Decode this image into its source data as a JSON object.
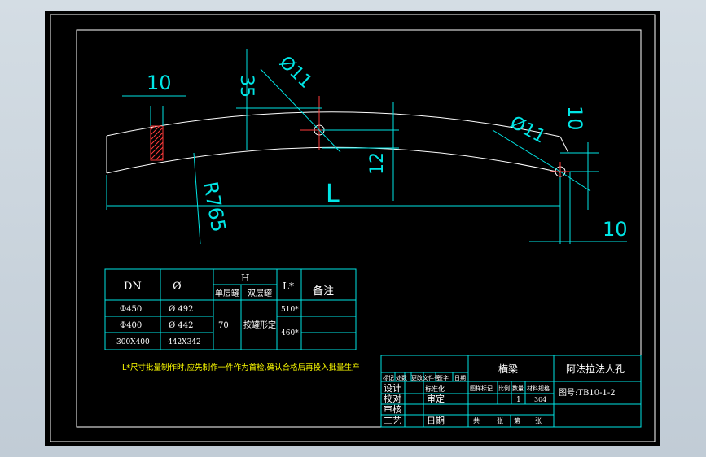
{
  "drawing": {
    "dims": {
      "d10_top": "10",
      "d35": "35",
      "dia11_left": "Ø11",
      "dia11_right": "Ø11",
      "d10_right_vert": "10",
      "d12": "12",
      "L": "L",
      "R765": "R765",
      "d10_bottom_right": "10"
    }
  },
  "spec_table": {
    "headers": {
      "dn": "DN",
      "phi": "Ø",
      "h": "H",
      "h_single": "单层罐",
      "h_double": "双层罐",
      "l": "L*",
      "remark": "备注"
    },
    "rows": [
      {
        "dn": "Φ450",
        "phi": "Ø 492"
      },
      {
        "dn": "Φ400",
        "phi": "Ø 442"
      },
      {
        "dn": "300X400",
        "phi": "442X342"
      }
    ],
    "h_single_value": "70",
    "h_double_value": "按罐形定",
    "l_values": [
      "510*",
      "460*"
    ]
  },
  "note": "L*尺寸批量制作时,应先制作一件作为首检,确认合格后再投入批量生产",
  "title_block": {
    "part_name": "横梁",
    "assembly_name": "阿法拉法人孔",
    "drawing_no": "图号:TB10-1-2",
    "rev_headers": [
      "标记",
      "处数",
      "更改文件号",
      "签字",
      "日期"
    ],
    "roles": [
      "设计",
      "校对",
      "审核",
      "工艺"
    ],
    "std": "标准化",
    "approve": "审定",
    "date": "日期",
    "info_headers": [
      "图样标记",
      "比例",
      "数量",
      "材料规格"
    ],
    "qty": "1",
    "material": "304",
    "sheets_total": "共",
    "sheets_label1": "张",
    "sheet_no": "第",
    "sheets_label2": "张"
  }
}
